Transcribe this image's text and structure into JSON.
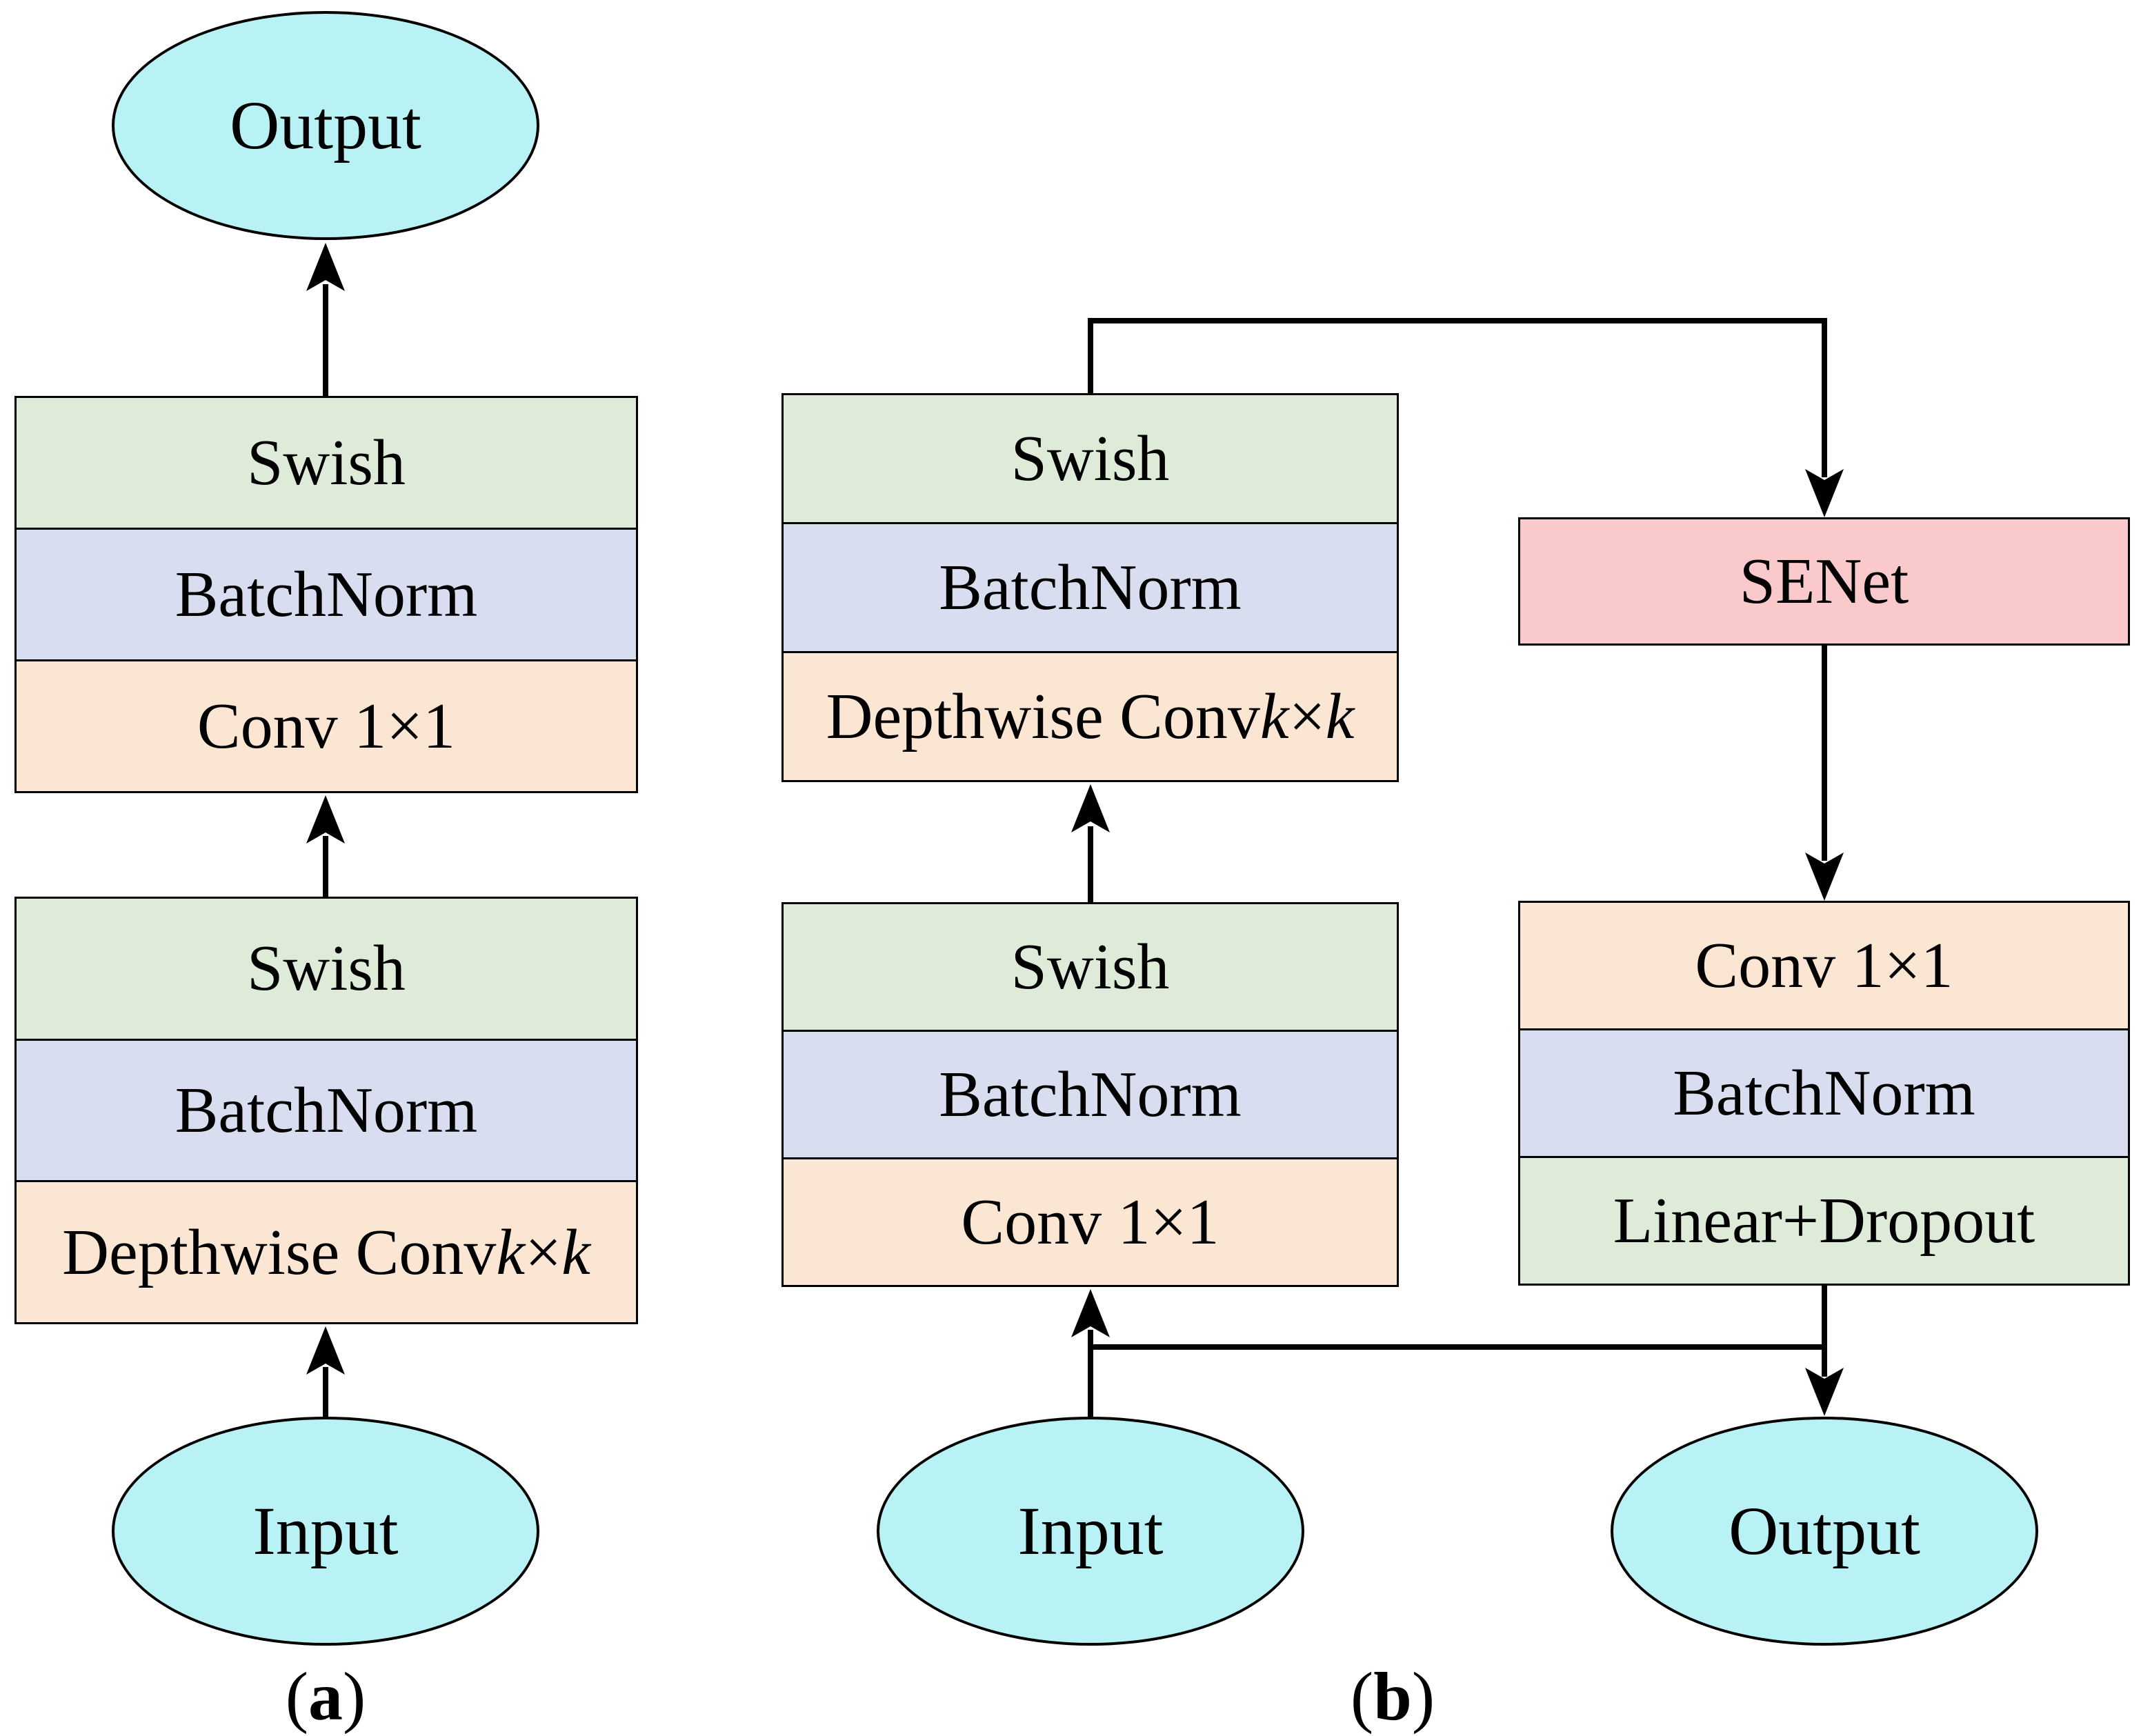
{
  "colors": {
    "box_green": "#deebd8",
    "box_lavender": "#d8ddf0",
    "box_peach": "#fbe5d3",
    "box_pink": "#fac9cc",
    "ellipse_cyan": "#b9f2f5",
    "line_black": "#000000",
    "background_white": "#ffffff"
  },
  "diagram_a": {
    "output_ellipse_label": "Output",
    "input_ellipse_label": "Input",
    "upper_stack": {
      "rows": [
        {
          "label": "Swish"
        },
        {
          "label": "BatchNorm"
        },
        {
          "label": "Conv 1×1"
        }
      ]
    },
    "lower_stack": {
      "rows": [
        {
          "label": "Swish"
        },
        {
          "label": "BatchNorm"
        },
        {
          "label_parts": [
            {
              "text": "Depthwise Conv "
            },
            {
              "text": "k",
              "i": true
            },
            {
              "text": "×"
            },
            {
              "text": "k",
              "i": true
            }
          ]
        }
      ]
    },
    "caption_parts": [
      {
        "text": "("
      },
      {
        "text": "a",
        "b": true
      },
      {
        "text": ")"
      }
    ]
  },
  "diagram_b": {
    "input_ellipse_label": "Input",
    "output_ellipse_label": "Output",
    "senet_label": "SENet",
    "upper_stack": {
      "rows": [
        {
          "label": "Swish"
        },
        {
          "label": "BatchNorm"
        },
        {
          "label_parts": [
            {
              "text": "Depthwise Conv "
            },
            {
              "text": "k",
              "i": true
            },
            {
              "text": "×"
            },
            {
              "text": "k",
              "i": true
            }
          ]
        }
      ]
    },
    "lower_stack": {
      "rows": [
        {
          "label": "Swish"
        },
        {
          "label": "BatchNorm"
        },
        {
          "label": "Conv 1×1"
        }
      ]
    },
    "right_stack": {
      "rows": [
        {
          "label": "Conv 1×1"
        },
        {
          "label": "BatchNorm"
        },
        {
          "label": "Linear+Dropout"
        }
      ]
    },
    "caption_parts": [
      {
        "text": "("
      },
      {
        "text": "b",
        "b": true
      },
      {
        "text": ")"
      }
    ]
  }
}
